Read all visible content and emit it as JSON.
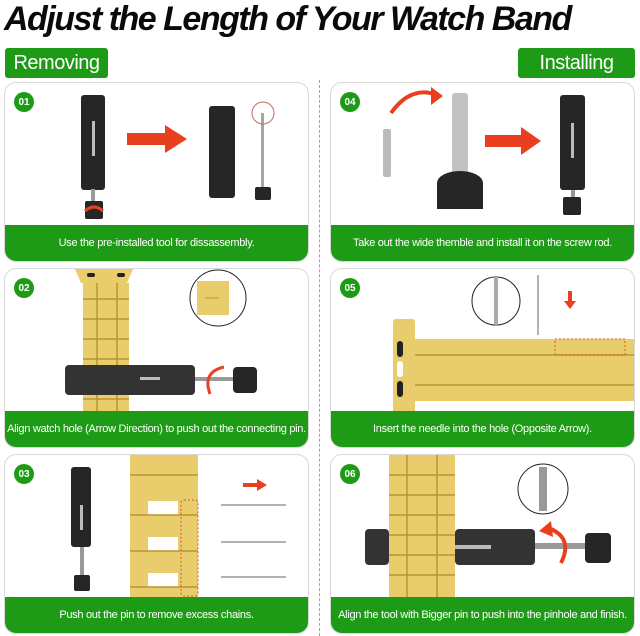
{
  "title": "Adjust the Length of Your Watch Band",
  "sections": {
    "left": "Removing",
    "right": "Installing"
  },
  "colors": {
    "brand_green": "#1e9b16",
    "arrow_red": "#e8401e",
    "gold": "#e9cc6b",
    "tool_black": "#262626"
  },
  "steps": [
    {
      "number": "01",
      "caption": "Use the pre-installed tool for dissassembly."
    },
    {
      "number": "02",
      "caption": "Align watch hole (Arrow Direction) to push out the connecting pin."
    },
    {
      "number": "03",
      "caption": "Push out the pin to remove excess chains."
    },
    {
      "number": "04",
      "caption": "Take out the wide themble and install it on the screw rod."
    },
    {
      "number": "05",
      "caption": "Insert the needle into the hole (Opposite Arrow)."
    },
    {
      "number": "06",
      "caption": "Align the tool with Bigger pin to push into the pinhole and finish."
    }
  ]
}
